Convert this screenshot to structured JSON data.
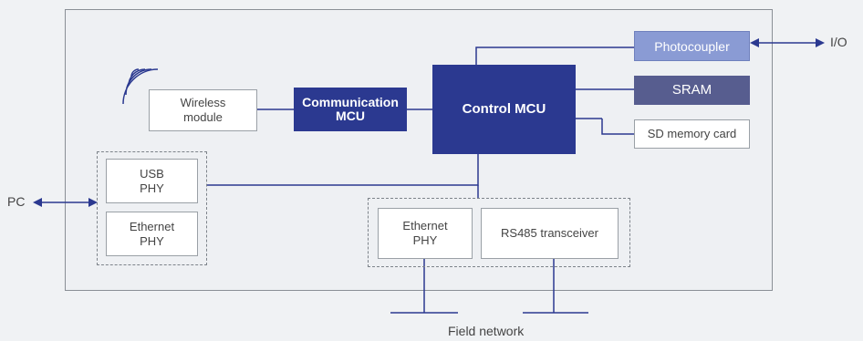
{
  "colors": {
    "line": "#2b3990",
    "control_mcu": "#2b3990",
    "communication_mcu": "#2b3990",
    "photocoupler": "#8a9bd4",
    "sram": "#575d8f",
    "background": "#f0f2f4"
  },
  "boxes": {
    "control_mcu": "Control MCU",
    "communication_mcu": "Communication\nMCU",
    "wireless_module": "Wireless\nmodule",
    "photocoupler": "Photocoupler",
    "sram": "SRAM",
    "sd_card": "SD memory card",
    "usb_phy": "USB\nPHY",
    "ethernet_phy_left": "Ethernet\nPHY",
    "ethernet_phy_bottom": "Ethernet\nPHY",
    "rs485": "RS485 transceiver"
  },
  "labels": {
    "pc": "PC",
    "io": "I/O",
    "field_network": "Field network"
  },
  "icons": {
    "wireless_signal": "wireless-signal-icon"
  }
}
